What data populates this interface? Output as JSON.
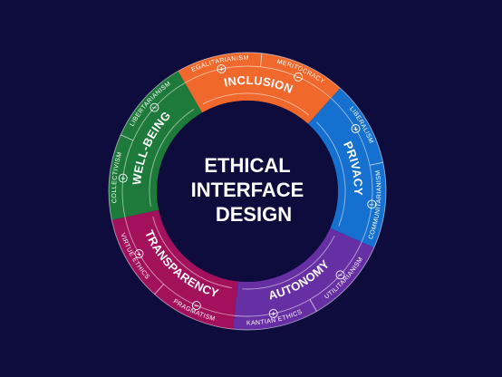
{
  "center": {
    "lines": [
      "ETHICAL",
      "INTERFACE",
      "DESIGN"
    ]
  },
  "segments": [
    {
      "name": "inclusion",
      "label": "INCLUSION",
      "color": "#f0682c",
      "subs": [
        {
          "label": "EGALITARIANISM",
          "sign": "+"
        },
        {
          "label": "MERITOCRACY",
          "sign": "−"
        }
      ]
    },
    {
      "name": "privacy",
      "label": "PRIVACY",
      "color": "#1570cf",
      "subs": [
        {
          "label": "LIBERALISM",
          "sign": "+"
        },
        {
          "label": "COMMUNITARIANISM",
          "sign": "−"
        }
      ]
    },
    {
      "name": "autonomy",
      "label": "AUTONOMY",
      "color": "#6630a4",
      "subs": [
        {
          "label": "UTILITARIANISM",
          "sign": "−"
        },
        {
          "label": "KANTIAN ETHICS",
          "sign": "+"
        }
      ]
    },
    {
      "name": "transparency",
      "label": "TRANSPARENCY",
      "color": "#a3105c",
      "subs": [
        {
          "label": "PRAGMATISM",
          "sign": "−"
        },
        {
          "label": "VIRTUE ETHICS",
          "sign": "+"
        }
      ]
    },
    {
      "name": "well-being",
      "label": "WELL-BEING",
      "color": "#1d7a3a",
      "subs": [
        {
          "label": "COLLECTIVISM",
          "sign": "+"
        },
        {
          "label": "LIBERTARIANISM",
          "sign": "−"
        }
      ]
    }
  ]
}
